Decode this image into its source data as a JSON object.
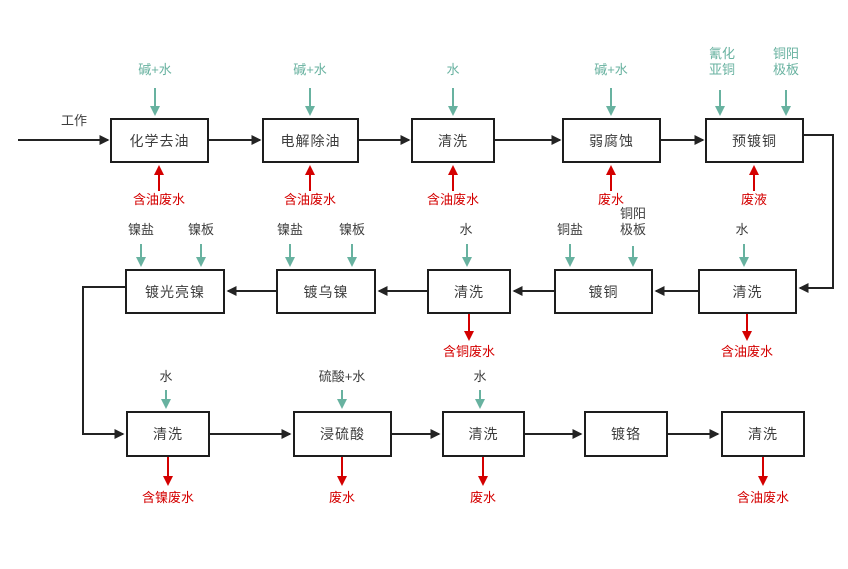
{
  "colors": {
    "flow_line": "#232323",
    "input_accent": "#68b2a0",
    "waste_accent": "#d40000",
    "text_dark": "#3d3d3d"
  },
  "start_label": "工作",
  "rows": [
    {
      "boxes": [
        {
          "label": "化学去油",
          "inputs": [
            "碱+水"
          ],
          "output": "含油废水"
        },
        {
          "label": "电解除油",
          "inputs": [
            "碱+水"
          ],
          "output": "含油废水"
        },
        {
          "label": "清洗",
          "inputs": [
            "水"
          ],
          "output": "含油废水"
        },
        {
          "label": "弱腐蚀",
          "inputs": [
            "碱+水"
          ],
          "output": "废水"
        },
        {
          "label": "预镀铜",
          "inputs": [
            "氰化\n亚铜",
            "铜阳\n极板"
          ],
          "output": "废液"
        }
      ]
    },
    {
      "boxes": [
        {
          "label": "镀光亮镍",
          "inputs": [
            "镍盐",
            "镍板"
          ]
        },
        {
          "label": "镀乌镍",
          "inputs": [
            "镍盐",
            "镍板"
          ]
        },
        {
          "label": "清洗",
          "inputs": [
            "水"
          ],
          "output": "含铜废水"
        },
        {
          "label": "镀铜",
          "inputs": [
            "铜盐",
            "铜阳\n极板"
          ]
        },
        {
          "label": "清洗",
          "inputs": [
            "水"
          ],
          "output": "含油废水"
        }
      ]
    },
    {
      "boxes": [
        {
          "label": "清洗",
          "inputs": [
            "水"
          ],
          "output": "含镍废水"
        },
        {
          "label": "浸硫酸",
          "inputs": [
            "硫酸+水"
          ],
          "output": "废水"
        },
        {
          "label": "清洗",
          "inputs": [
            "水"
          ],
          "output": "废水"
        },
        {
          "label": "镀铬"
        },
        {
          "label": "清洗",
          "output": "含油废水"
        }
      ]
    }
  ]
}
